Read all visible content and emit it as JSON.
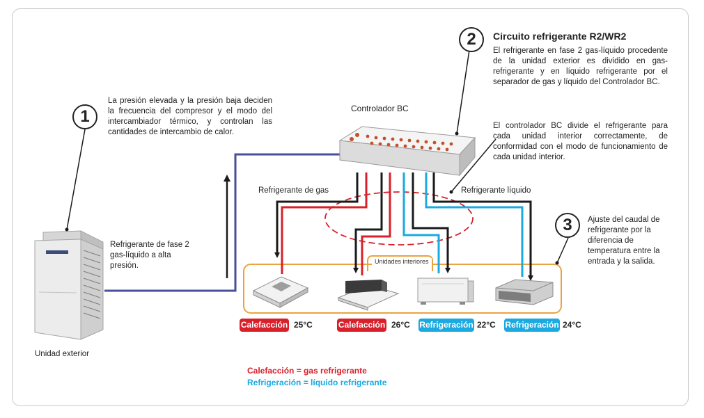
{
  "steps": [
    {
      "number": "1",
      "text": "La presión elevada y la presión baja deciden la frecuencia del compresor y el modo del intercambiador térmico, y controlan las cantidades de intercambio de calor."
    },
    {
      "number": "2",
      "title": "Circuito refrigerante R2/WR2",
      "text": "El refrigerante en fase 2 gas-líquido procedente de la unidad exterior es dividido en gas-refrigerante y en líquido refrigerante por el separador de gas y líquido del Controlador BC."
    },
    {
      "number": "3",
      "text": "Ajuste del caudal de refrigerante por la diferencia de temperatura entre la entrada y la salida."
    }
  ],
  "bc_note": "El controlador BC divide el refrigerante para cada unidad interior correctamente, de conformidad con el modo de funcionamiento de cada unidad interior.",
  "labels": {
    "controller": "Controlador BC",
    "gas": "Refrigerante de gas",
    "liquid": "Refrigerante líquido",
    "two_phase": "Refrigerante de fase 2 gas-líquido a alta presión.",
    "outdoor": "Unidad exterior",
    "indoor_group": "Unidades interiores"
  },
  "units": [
    {
      "mode": "Calefacción",
      "temp": "25°C",
      "type": "heat"
    },
    {
      "mode": "Calefacción",
      "temp": "26°C",
      "type": "heat"
    },
    {
      "mode": "Refrigeración",
      "temp": "22°C",
      "type": "cool"
    },
    {
      "mode": "Refrigeración",
      "temp": "24°C",
      "type": "cool"
    }
  ],
  "legend": {
    "heat": "Calefacción = gas refrigerante",
    "cool": "Refrigeración = líquido refrigerante"
  },
  "colors": {
    "gas_line": "#d8202a",
    "liquid_line": "#1aa9e1",
    "black_line": "#1a1a1a",
    "main_line": "#4a4d9a",
    "indoor_box": "#e9a341"
  }
}
